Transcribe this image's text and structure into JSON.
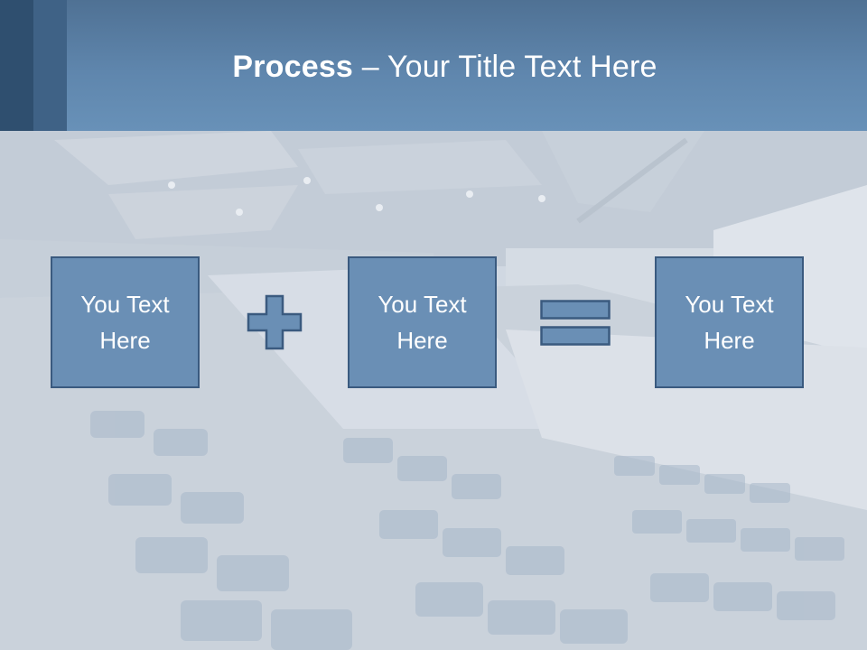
{
  "slide": {
    "title_bold": "Process",
    "title_rest": " – Your Title Text Here",
    "boxes": [
      {
        "text": "You Text Here"
      },
      {
        "text": "You Text Here"
      },
      {
        "text": "You Text Here"
      }
    ],
    "operators": [
      "plus-icon",
      "equals-icon"
    ],
    "colors": {
      "header": "#5f86ad",
      "header_dark_stripe": "#2f4f6f",
      "box_fill": "#6a8fb5",
      "box_border": "#3a5a7f",
      "text": "#ffffff"
    }
  }
}
